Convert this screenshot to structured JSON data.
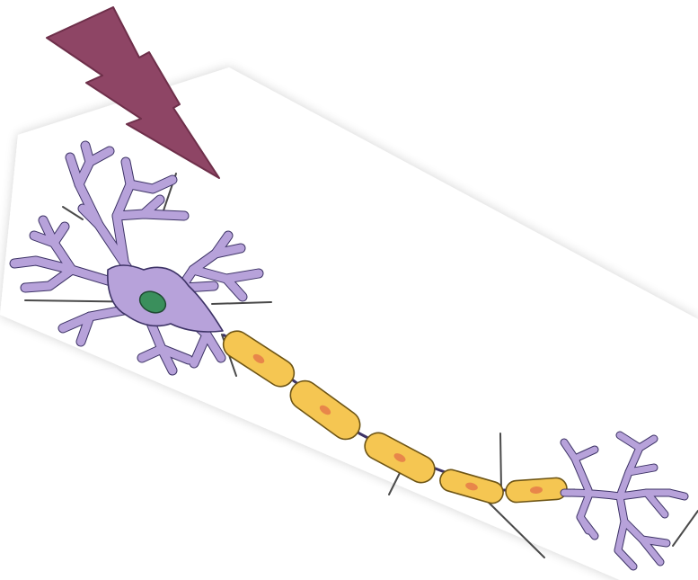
{
  "colors": {
    "background": "#ffffff",
    "bolt_fill": "#8e4565",
    "bolt_stroke": "#6e2f4a",
    "neuron_fill": "#b7a2da",
    "neuron_stroke": "#3d3366",
    "nucleus_fill": "#3a8f5c",
    "nucleus_stroke": "#1f4a33",
    "myelin_fill": "#f5c652",
    "myelin_stroke": "#6e5515",
    "myelin_nucleus": "#e8864a",
    "label_line": "#4a4a4a"
  },
  "icons": {
    "stimulus": "lightning-bolt-icon",
    "cell_body": "neuron-cell-body",
    "nucleus": "cell-nucleus",
    "sheath": "myelin-sheath",
    "terminals": "axon-terminals"
  },
  "structure": {
    "myelin_segment_count": 5,
    "blank_label_pointer_count": 9
  }
}
